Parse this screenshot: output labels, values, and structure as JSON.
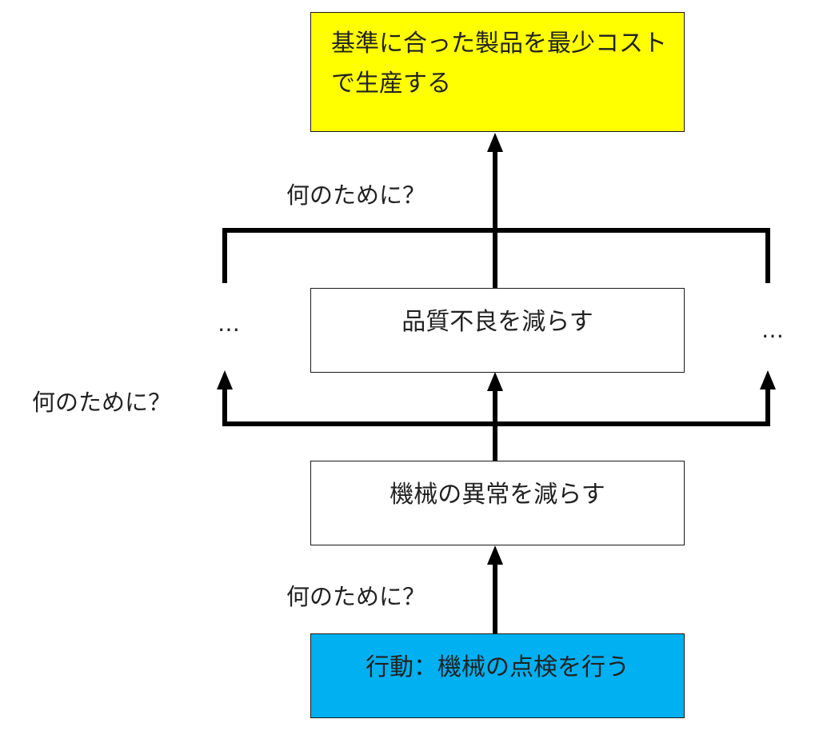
{
  "colors": {
    "goal_fill": "#ffff00",
    "action_fill": "#00b0f0",
    "box_fill": "#ffffff",
    "line": "#000000"
  },
  "goal_box": {
    "text": "基準に合った製品を最少コストで生産する"
  },
  "quality_box": {
    "text": "品質不良を減らす"
  },
  "machine_box": {
    "text": "機械の異常を減らす"
  },
  "action_box": {
    "text": "行動：機械の点検を行う"
  },
  "questions": {
    "upper": "何のために？",
    "middle": "何のために？",
    "lower": "何のために？"
  },
  "ellipsis": {
    "left": "…",
    "right": "…"
  }
}
